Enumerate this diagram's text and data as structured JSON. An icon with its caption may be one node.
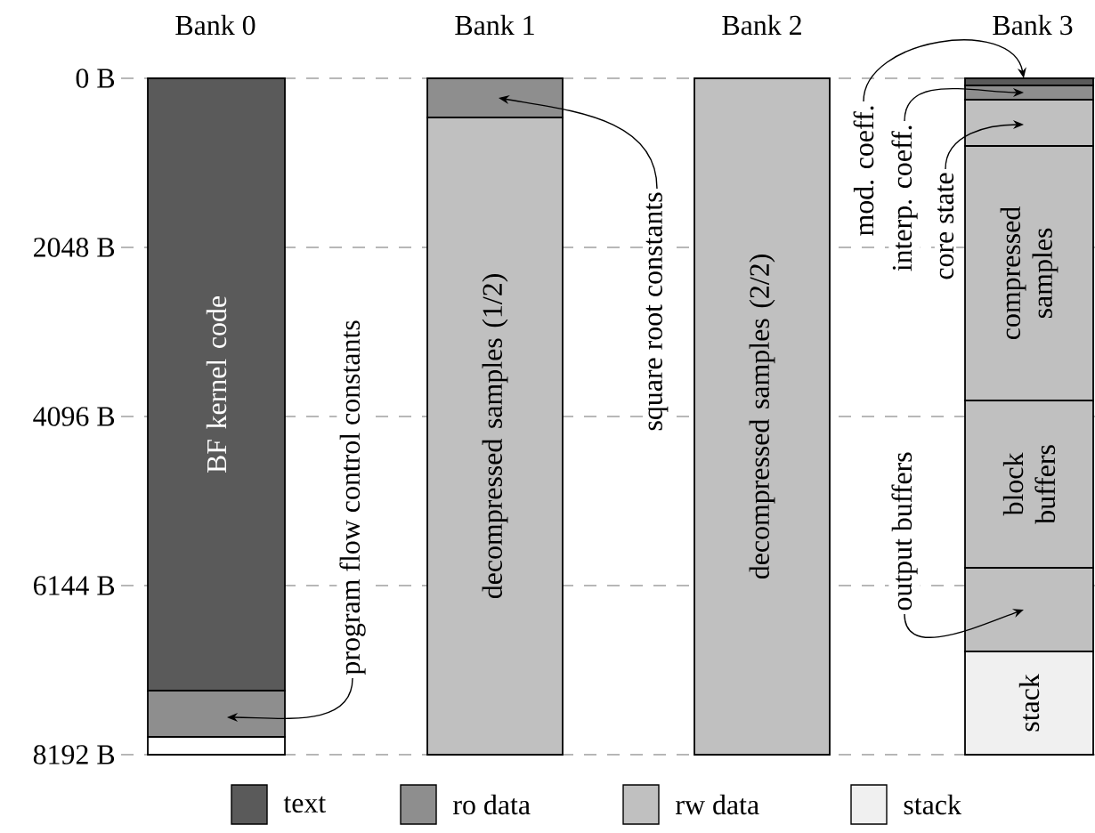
{
  "diagram": {
    "nodes": [
      {
        "text": [
          "BF kernel code"
        ]
      },
      {
        "text": [],
        "shape": "box"
      },
      {
        "text": [],
        "shape": "box"
      },
      {
        "text": [],
        "shape": "box"
      },
      {
        "text": [
          "decompressed samples  (1/2)"
        ]
      },
      {
        "text": [
          "decompressed samples  (2/2)"
        ]
      },
      {
        "text": [],
        "shape": "box"
      },
      {
        "text": [],
        "shape": "box"
      },
      {
        "text": [],
        "shape": "box"
      },
      {
        "text": [
          "compressed samples"
        ]
      },
      {
        "text": [
          "block buffers"
        ]
      },
      {
        "text": [],
        "shape": "box"
      },
      {
        "text": [
          "stack"
        ]
      },
      {
        "text": [
          "program flow control constants"
        ]
      },
      {
        "text": [
          "square root constants"
        ]
      },
      {
        "text": [
          "mod. coeff."
        ]
      },
      {
        "text": [
          "interp. coeff."
        ]
      },
      {
        "text": [
          "core state"
        ]
      },
      {
        "text": [
          "output buffers"
        ]
      }
    ],
    "edges": [
      {
        "from": 13,
        "to": 1,
        "arrow": "to"
      },
      {
        "from": 14,
        "to": 3,
        "arrow": "to"
      },
      {
        "from": 15,
        "to": 6,
        "arrow": "to"
      },
      {
        "from": 16,
        "to": 7,
        "arrow": "to"
      },
      {
        "from": 17,
        "to": 8,
        "arrow": "to"
      },
      {
        "from": 18,
        "to": 11,
        "arrow": "to"
      }
    ],
    "labels": [
      "Bank 0",
      "Bank 1",
      "Bank 2",
      "Bank 3",
      "0 B",
      "2048 B",
      "4096 B",
      "6144 B",
      "8192 B"
    ],
    "legend": [
      {
        "text": "text",
        "color": "#5a5a5a"
      },
      {
        "text": "ro data",
        "color": "#8e8e8e"
      },
      {
        "text": "rw data",
        "color": "#c0c0c0"
      },
      {
        "text": "stack",
        "color": "#f0f0f0"
      }
    ]
  }
}
